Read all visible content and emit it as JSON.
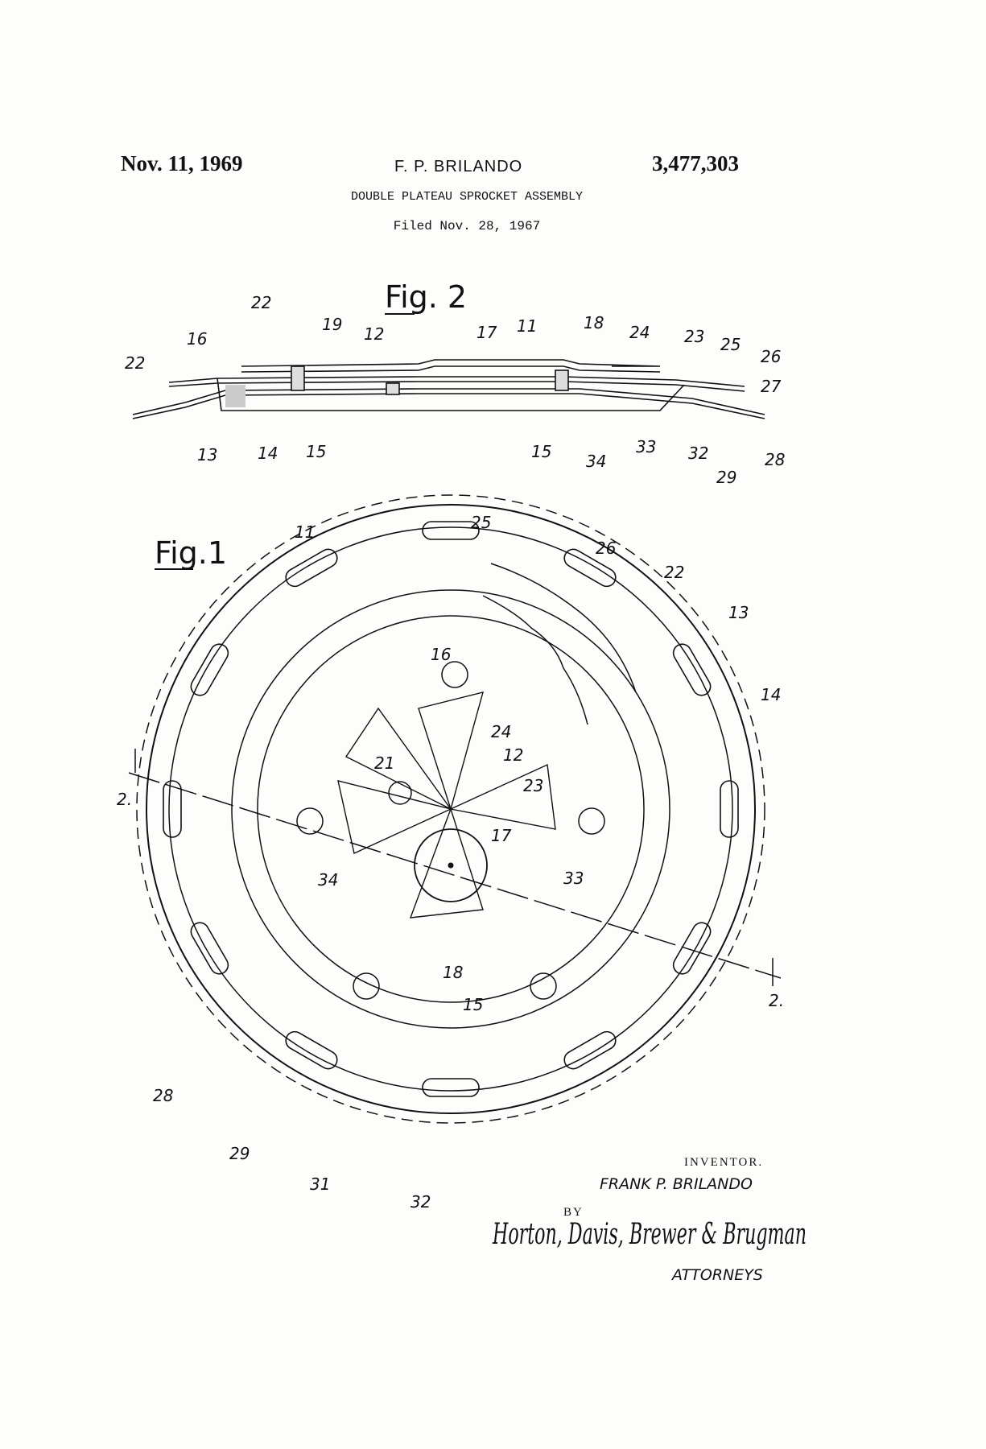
{
  "header": {
    "date": "Nov. 11, 1969",
    "inventor": "F. P. BRILANDO",
    "patent_number": "3,477,303",
    "title": "DOUBLE PLATEAU SPROCKET ASSEMBLY",
    "filed": "Filed Nov. 28, 1967"
  },
  "figures": {
    "fig2_label": "Fig. 2",
    "fig1_label": "Fig.1"
  },
  "fig2_refs": [
    "22",
    "16",
    "19",
    "12",
    "17",
    "11",
    "18",
    "24",
    "23",
    "25",
    "26",
    "22",
    "27",
    "13",
    "14",
    "15",
    "15",
    "34",
    "33",
    "32",
    "28",
    "29"
  ],
  "fig1_refs": [
    "11",
    "25",
    "26",
    "22",
    "13",
    "16",
    "14",
    "21",
    "24",
    "12",
    "23",
    "17",
    "34",
    "33",
    "18",
    "15",
    "28",
    "29",
    "31",
    "32"
  ],
  "section_marks": [
    "2.",
    "2."
  ],
  "signature": {
    "inventor_label": "INVENTOR.",
    "inventor_name": "FRANK P. BRILANDO",
    "by": "BY",
    "firm": "Horton, Davis, Brewer & Brugman",
    "role": "ATTORNEYS"
  }
}
